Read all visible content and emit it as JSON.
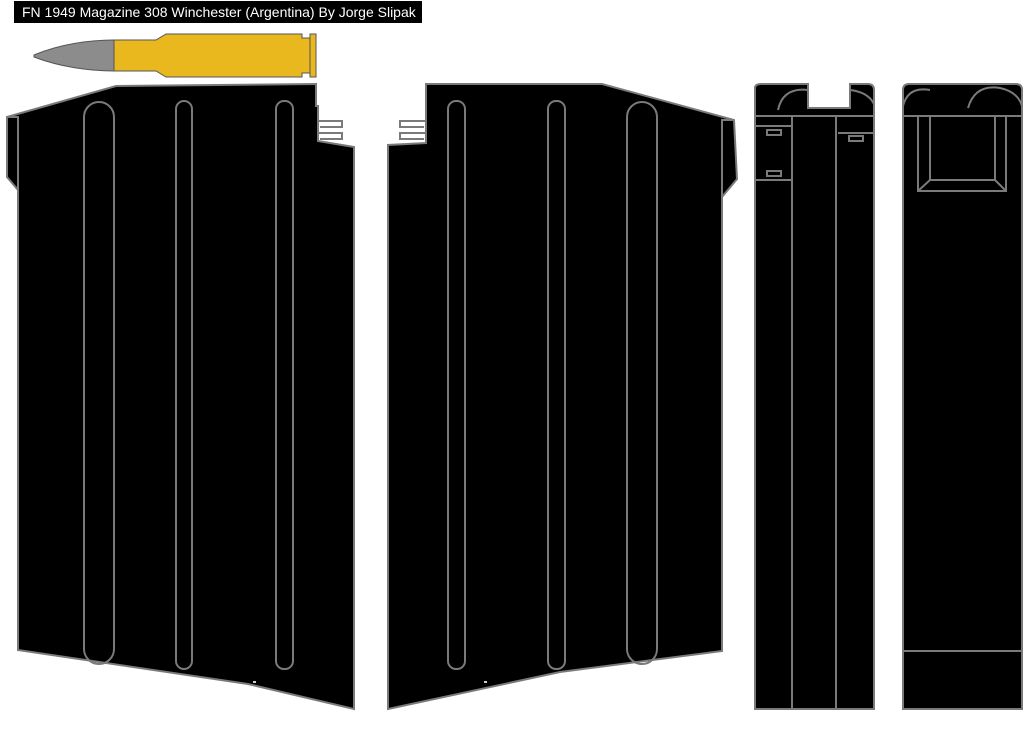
{
  "title": "FN 1949 Magazine 308 Winchester (Argentina)  By Jorge Slipak",
  "colors": {
    "background": "#ffffff",
    "magazine_body": "#000000",
    "outline": "#7a7a7a",
    "cartridge_case": "#e8b81e",
    "bullet": "#8c8c8c",
    "title_background": "#000000",
    "title_text": "#ffffff"
  },
  "views": [
    {
      "name": "left-side-view"
    },
    {
      "name": "right-side-view"
    },
    {
      "name": "front-view"
    },
    {
      "name": "rear-view"
    }
  ],
  "cartridge": {
    "name": "308-winchester-cartridge"
  }
}
